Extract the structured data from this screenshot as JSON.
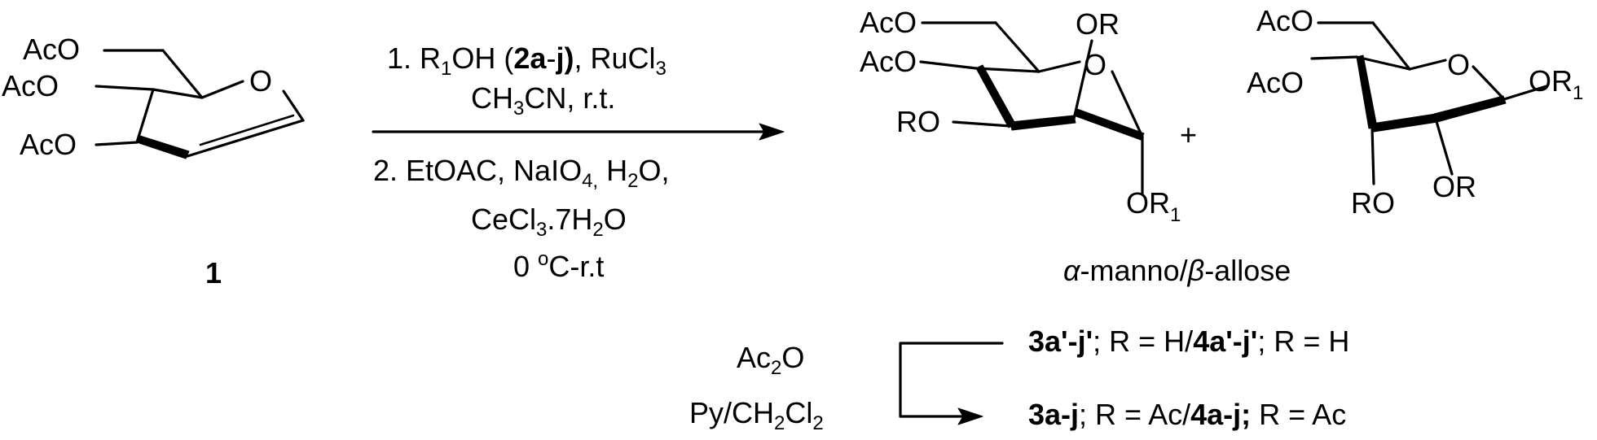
{
  "compound_1": {
    "label": "1",
    "groups": {
      "acO_top": "AcO",
      "acO_mid": "AcO",
      "acO_bot": "AcO",
      "ring_O": "O"
    }
  },
  "reaction": {
    "step1_line1": {
      "prefix": "1. R",
      "sub1": "1",
      "mid": "OH (",
      "bold": "2a",
      "tail": "-",
      "bold2": "j)",
      "end": ", RuCl",
      "sub2": "3"
    },
    "step1_line2": {
      "a": "CH",
      "sub1": "3",
      "b": "CN, r.t."
    },
    "step2_line1": {
      "a": "2. EtOAC, NaIO",
      "sub1": "4,",
      "b": " H",
      "sub2": "2",
      "c": "O,"
    },
    "step2_line2": {
      "a": "CeCl",
      "sub1": "3",
      "b": ".7H",
      "sub2": "2",
      "c": "O"
    },
    "step2_line3": {
      "a": "0 ",
      "sup": "o",
      "b": "C-r.t"
    }
  },
  "product_manno": {
    "groups": {
      "acO_top": "AcO",
      "acO_left": "AcO",
      "ro_left": "RO",
      "or_top": "OR",
      "ring_O": "O",
      "or1_prefix": "OR",
      "or1_sub": "1"
    }
  },
  "plus": "+",
  "product_allose": {
    "groups": {
      "acO_top": "AcO",
      "acO_left": "AcO",
      "ring_O": "O",
      "or1_prefix": "OR",
      "or1_sub": "1",
      "ro_bottom": "RO",
      "or_bottom": "OR"
    }
  },
  "products_caption": {
    "alpha": "α",
    "text1": "-manno/",
    "beta": "β",
    "text2": "-allose"
  },
  "acetylation": {
    "reagent1": {
      "a": "Ac",
      "sub": "2",
      "b": "O"
    },
    "reagent2": {
      "a": "Py/CH",
      "sub1": "2",
      "b": "Cl",
      "sub2": "2"
    },
    "product_line1": {
      "b1": "3a'-j'",
      "t1": "; R = H/",
      "b2": "4a'-j'",
      "t2": "; R = H"
    },
    "product_line2": {
      "b1": "3a-j",
      "t1": "; R = Ac/",
      "b2": "4a-j;",
      "t2": " R = Ac"
    }
  }
}
